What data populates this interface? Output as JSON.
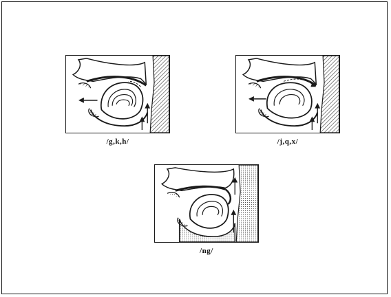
{
  "figures": [
    {
      "caption": "/g,k,h/"
    },
    {
      "caption": "/j,q,x/"
    },
    {
      "caption": "/ng/"
    }
  ],
  "colors": {
    "ink": "#1a1a1a",
    "hatch": "#444444",
    "paper": "#ffffff"
  }
}
